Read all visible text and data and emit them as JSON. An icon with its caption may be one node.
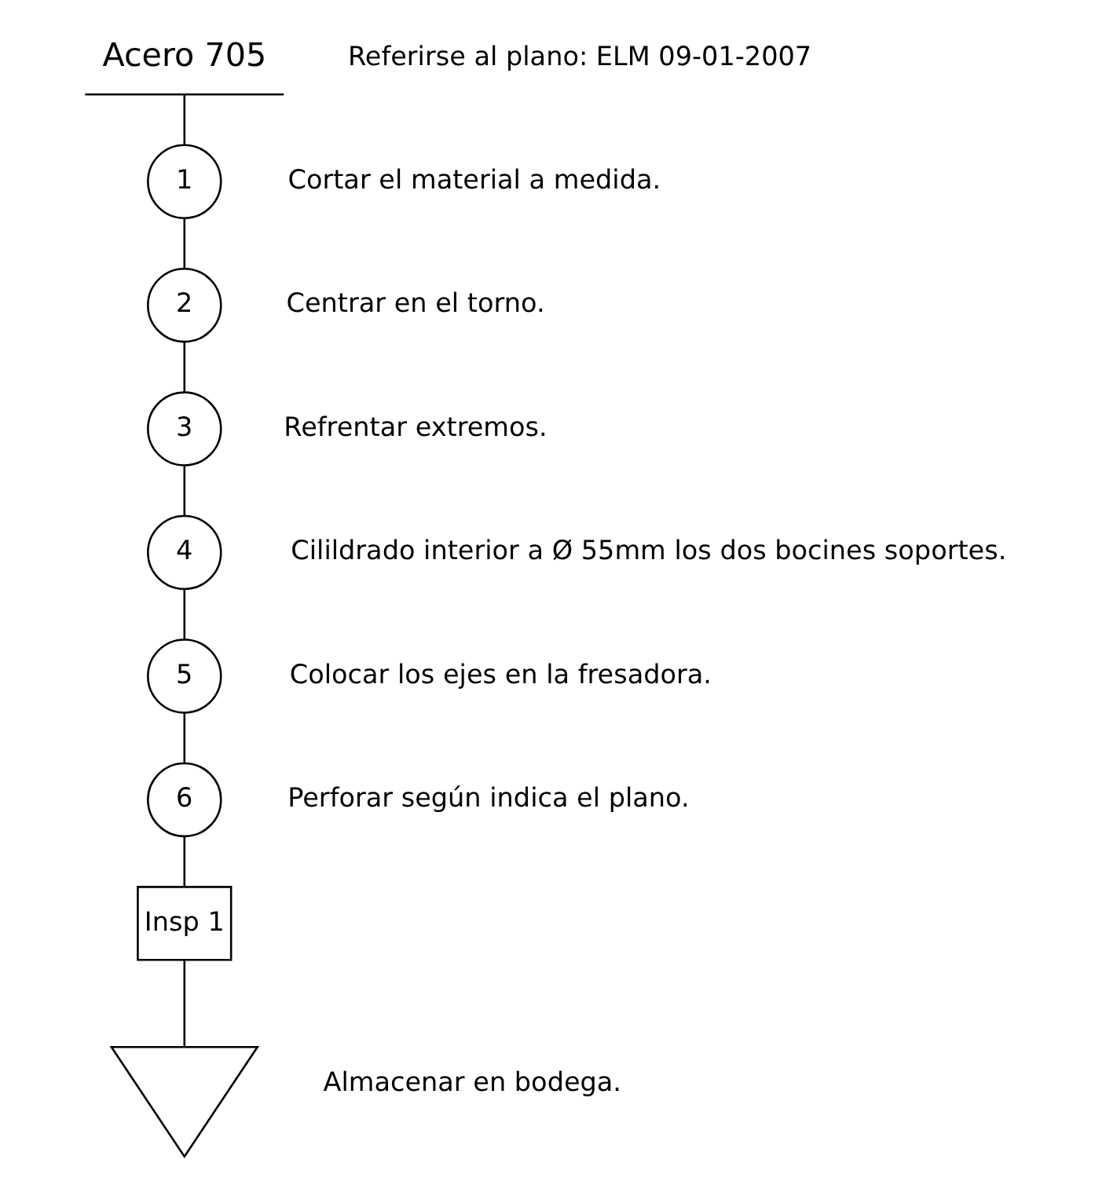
{
  "diagram": {
    "nodes": [
      {
        "text": [
          "Acero 705"
        ],
        "beside": [
          "Referirse al plano: ELM 09-01-2007"
        ]
      },
      {
        "text": [
          "1"
        ],
        "beside": [
          "Cortar el material a medida."
        ]
      },
      {
        "text": [
          "2"
        ],
        "beside": [
          "Centrar en el torno."
        ]
      },
      {
        "text": [
          "3"
        ],
        "beside": [
          "Refrentar extremos."
        ]
      },
      {
        "text": [
          "4"
        ],
        "beside": [
          "Cilildrado interior a Ø 55mm los dos bocines soportes."
        ]
      },
      {
        "text": [
          "5"
        ],
        "beside": [
          "Colocar los ejes en la fresadora."
        ]
      },
      {
        "text": [
          "6"
        ],
        "beside": [
          "Perforar según indica el plano."
        ]
      },
      {
        "text": [
          "Insp 1"
        ]
      },
      {
        "text": [],
        "shape": "triangle",
        "beside": [
          "Almacenar en bodega."
        ]
      }
    ],
    "edges": [
      {
        "from": 0,
        "to": 1,
        "arrow": "none"
      },
      {
        "from": 1,
        "to": 2,
        "arrow": "none"
      },
      {
        "from": 2,
        "to": 3,
        "arrow": "none"
      },
      {
        "from": 3,
        "to": 4,
        "arrow": "none"
      },
      {
        "from": 4,
        "to": 5,
        "arrow": "none"
      },
      {
        "from": 5,
        "to": 6,
        "arrow": "none"
      },
      {
        "from": 6,
        "to": 7,
        "arrow": "none"
      },
      {
        "from": 7,
        "to": 8,
        "arrow": "none"
      }
    ]
  }
}
